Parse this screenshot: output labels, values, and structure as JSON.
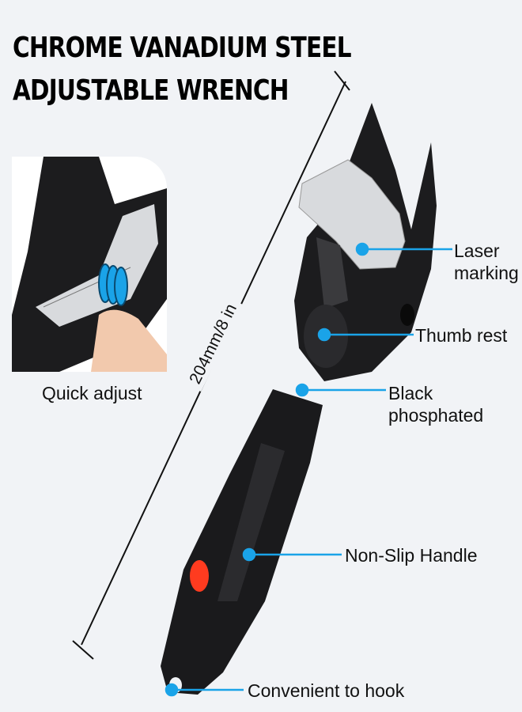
{
  "title": {
    "line1": "CHROME VANADIUM STEEL",
    "line2": "ADJUSTABLE WRENCH"
  },
  "dimension": "204mm/8 in",
  "inset_caption": "Quick adjust",
  "callouts": [
    {
      "text": "Laser marking",
      "line1": "Laser",
      "line2": "marking"
    },
    {
      "text": "Thumb rest"
    },
    {
      "text": "Black phosphated",
      "line1": "Black",
      "line2": "phosphated"
    },
    {
      "text": "Non-Slip Handle"
    },
    {
      "text": "Convenient to hook"
    }
  ],
  "colors": {
    "accent": "#1aa3e8",
    "background": "#f1f3f6",
    "wrench": "#1c1c1e",
    "button": "#ff3b1f"
  }
}
